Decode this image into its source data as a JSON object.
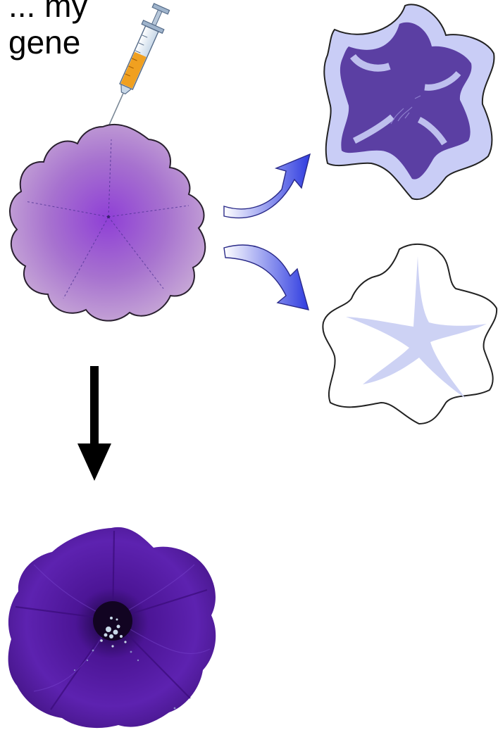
{
  "label": {
    "line1": "... my",
    "line2": "gene"
  },
  "icons": {
    "syringe": "syringe-icon",
    "source_flower": "purple-flower-illustration",
    "star_pattern_flower": "star-pattern-flower-illustration",
    "white_flower": "white-flower-illustration",
    "photo_flower": "purple-petunia-photo"
  },
  "colors": {
    "deep_purple": "#5b3fa3",
    "pale_lavender": "#c9cdf6",
    "source_flower_center": "#8f3fd6",
    "source_flower_edge": "#c6a6d6",
    "curved_arrow_blue": "#3340e0",
    "down_arrow": "#000000",
    "syringe_liquid": "#f0a020",
    "photo_purple": "#4c1596"
  }
}
